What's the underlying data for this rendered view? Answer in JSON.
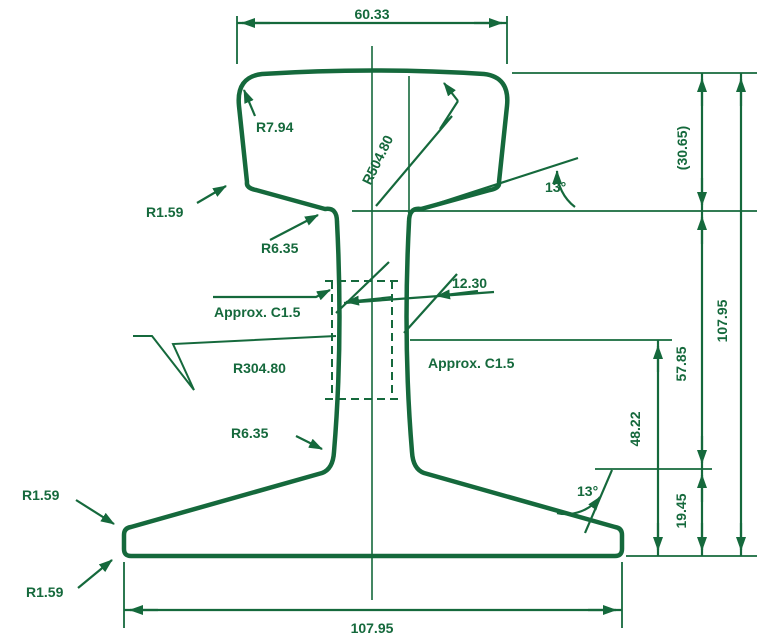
{
  "drawing": {
    "type": "rail-cross-section-technical-drawing",
    "line_color": "#15693c",
    "background": "#ffffff",
    "labels": {
      "head_width": "60.33",
      "crown_radius": "R504.80",
      "head_corner_radius": "R7.94",
      "head_underside_angle": "13°",
      "head_depth_reference": "(30.65)",
      "overall_height": "107.95",
      "head_side_fillet": "R1.59",
      "underhead_fillet": "R6.35",
      "web_chamfer_left": "Approx. C1.5",
      "web_thickness": "12.30",
      "web_side_radius": "R304.80",
      "web_chamfer_right": "Approx. C1.5",
      "base_fillet": "R6.35",
      "base_edge_fillet_top": "R1.59",
      "base_edge_fillet_bottom": "R1.59",
      "height_head_to_baseline": "57.85",
      "height_web_to_bottom": "48.22",
      "base_slope_angle": "13°",
      "base_edge_height": "19.45",
      "base_width": "107.95"
    }
  }
}
